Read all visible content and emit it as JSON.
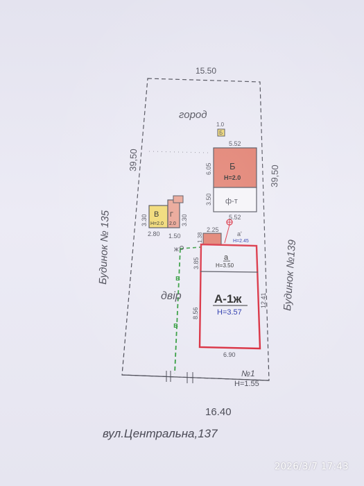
{
  "plan": {
    "dim_top": "15.50",
    "dim_left": "39,50",
    "dim_right": "39,50",
    "dim_bottom": "16.40",
    "garden_label": "город",
    "yard_label": "двір",
    "left_neighbor": "Будинок № 135",
    "right_neighbor": "Будинок №139",
    "address": "вул.Центральна,137",
    "plot_number": "№1",
    "plot_height": "H=1.55",
    "gate_mark": "ж",
    "fence_marks": [
      "в",
      "в"
    ],
    "small_shed": {
      "label": "Б",
      "width": "1.0"
    },
    "building_b": {
      "label": "Б",
      "height": "H=2.0",
      "width": "5.52",
      "length": "6.05"
    },
    "building_ft": {
      "label": "ф-т",
      "length": "3.50",
      "width": "5.52"
    },
    "building_v": {
      "label": "В",
      "height": "H=2.0",
      "side_left": "3.30",
      "side_right": "3.30",
      "width": "2.80",
      "gap": "1.50"
    },
    "building_g": {
      "label": "Г",
      "height": "2.0"
    },
    "porch": {
      "label": "а'",
      "height": "H=2.45",
      "length": "2.25",
      "depth": "1.38"
    },
    "veranda": {
      "label": "а",
      "height": "H=3.50",
      "length": "3.85"
    },
    "house": {
      "label": "А-1ж",
      "height": "H=3.57",
      "length": "8.56",
      "width": "6.90",
      "side": "12.41"
    }
  },
  "status_bar": {
    "timestamp": "2026/3/7 17:43"
  },
  "colors": {
    "paper": "#e8e7f2",
    "ink": "#4a4a55",
    "house_red": "#d8283a",
    "shed_fill": "#e07a6a",
    "v_fill": "#f0d870",
    "fence_green": "#2e9a3a",
    "blue_text": "#1f2fa8"
  }
}
